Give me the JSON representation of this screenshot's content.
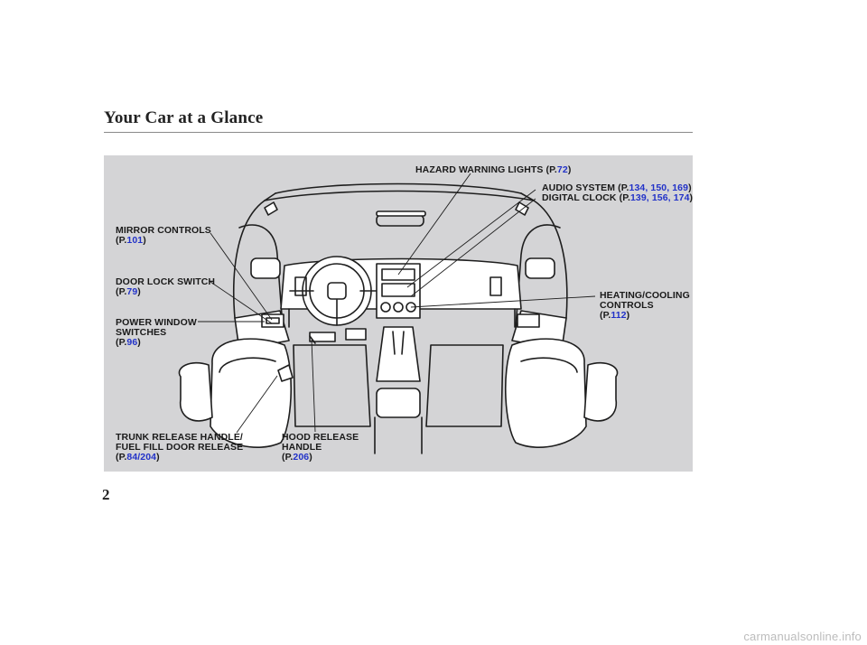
{
  "header": {
    "title": "Your Car at a Glance"
  },
  "callouts": {
    "hazard": {
      "label": "HAZARD WARNING LIGHTS",
      "pre": "(P.",
      "pages": "72",
      "post": ")"
    },
    "audio": {
      "label": "AUDIO SYSTEM",
      "pre": "(P.",
      "pages": "134, 150, 169",
      "post": ")"
    },
    "clock": {
      "label": "DIGITAL CLOCK",
      "pre": "(P.",
      "pages": "139, 156, 174",
      "post": ")"
    },
    "mirror": {
      "label": "MIRROR CONTROLS",
      "pre": "(P.",
      "pages": "101",
      "post": ")"
    },
    "door_lock": {
      "label": "DOOR LOCK SWITCH",
      "pre": "(P.",
      "pages": "79",
      "post": ")"
    },
    "power_window": {
      "label_1": "POWER WINDOW",
      "label_2": "SWITCHES",
      "pre": "(P.",
      "pages": "96",
      "post": ")"
    },
    "heating": {
      "label_1": "HEATING/COOLING",
      "label_2": "CONTROLS",
      "pre": "(P.",
      "pages": "112",
      "post": ")"
    },
    "trunk": {
      "label_1": "TRUNK RELEASE HANDLE/",
      "label_2": "FUEL FILL DOOR RELEASE",
      "pre": "(P.",
      "page_a": "84",
      "slash": "/",
      "page_b": "204",
      "post": ")"
    },
    "hood": {
      "label_1": "HOOD RELEASE",
      "label_2": "HANDLE",
      "pre": "(P.",
      "pages": "206",
      "post": ")"
    }
  },
  "footer": {
    "page_number": "2",
    "watermark": "carmanualsonline.info"
  },
  "colors": {
    "panel": "#d4d4d6",
    "page_ref": "#2232c8",
    "text": "#1a1a1a",
    "rule": "#8a8a8a"
  }
}
